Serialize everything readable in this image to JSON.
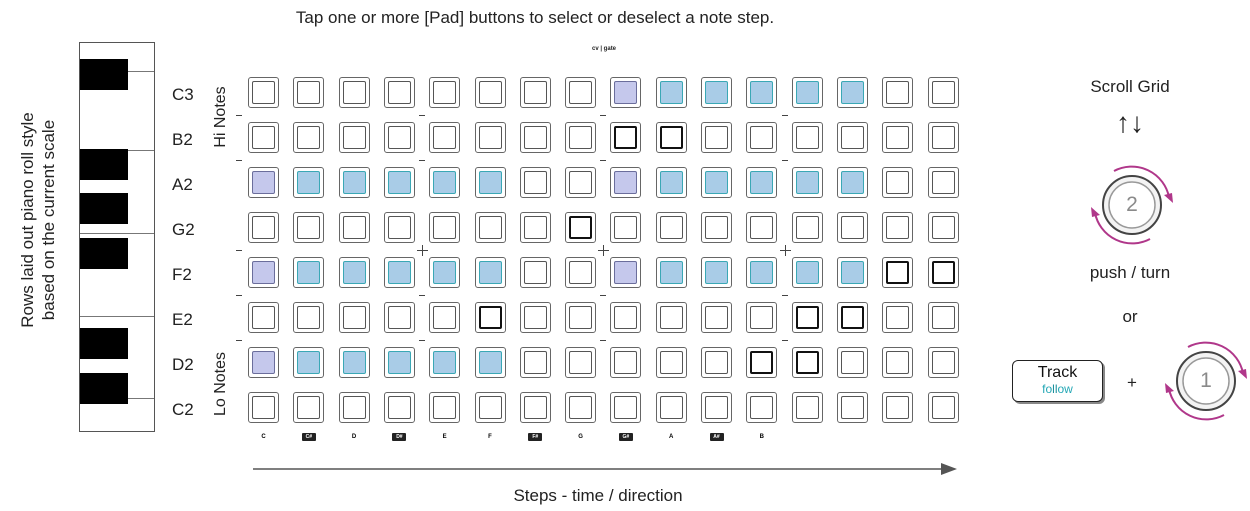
{
  "instruction": "Tap one or more [Pad] buttons to select or deselect a note step.",
  "side_label": {
    "line1": "Rows laid out piano roll style",
    "line2": "based on the current scale"
  },
  "rows": [
    "C3",
    "B2",
    "A2",
    "G2",
    "F2",
    "E2",
    "D2",
    "C2"
  ],
  "hi_notes_label": "Hi Notes",
  "lo_notes_label": "Lo Notes",
  "cv_gate_label": "cv | gate",
  "column_labels": [
    "C",
    "C#",
    "D",
    "D#",
    "E",
    "F",
    "F#",
    "G",
    "G#",
    "A",
    "A#",
    "B",
    "",
    "",
    "",
    ""
  ],
  "boxed_columns": [
    1,
    3,
    6,
    8,
    10
  ],
  "grid": {
    "legend": "b = blue selected step, r = root (lavender), h = highlighted outline, . = empty",
    "pads": [
      "........rbbbbb..",
      "........hh......",
      "rbbbbb..rbbbbb..",
      ".......h........",
      "rbbbbb..rbbbbbhh",
      ".....h......hh..",
      "rbbbbb.....hh...",
      "................"
    ]
  },
  "steps_label": "Steps - time / direction",
  "right_panel": {
    "scroll_label": "Scroll Grid",
    "scroll_arrows": "↑↓",
    "encoder_top_number": "2",
    "push_turn_label": "push / turn",
    "or_label": "or",
    "track_button": {
      "label": "Track",
      "sub_label": "follow"
    },
    "plus_sign": "+",
    "encoder_bottom_number": "1"
  },
  "colors": {
    "pad_blue": "#a9cce7",
    "pad_blue_border": "#3aa8b5",
    "pad_root": "#c5c8ec",
    "arrow_magenta": "#b0378a",
    "follow_teal": "#23a7b5"
  }
}
